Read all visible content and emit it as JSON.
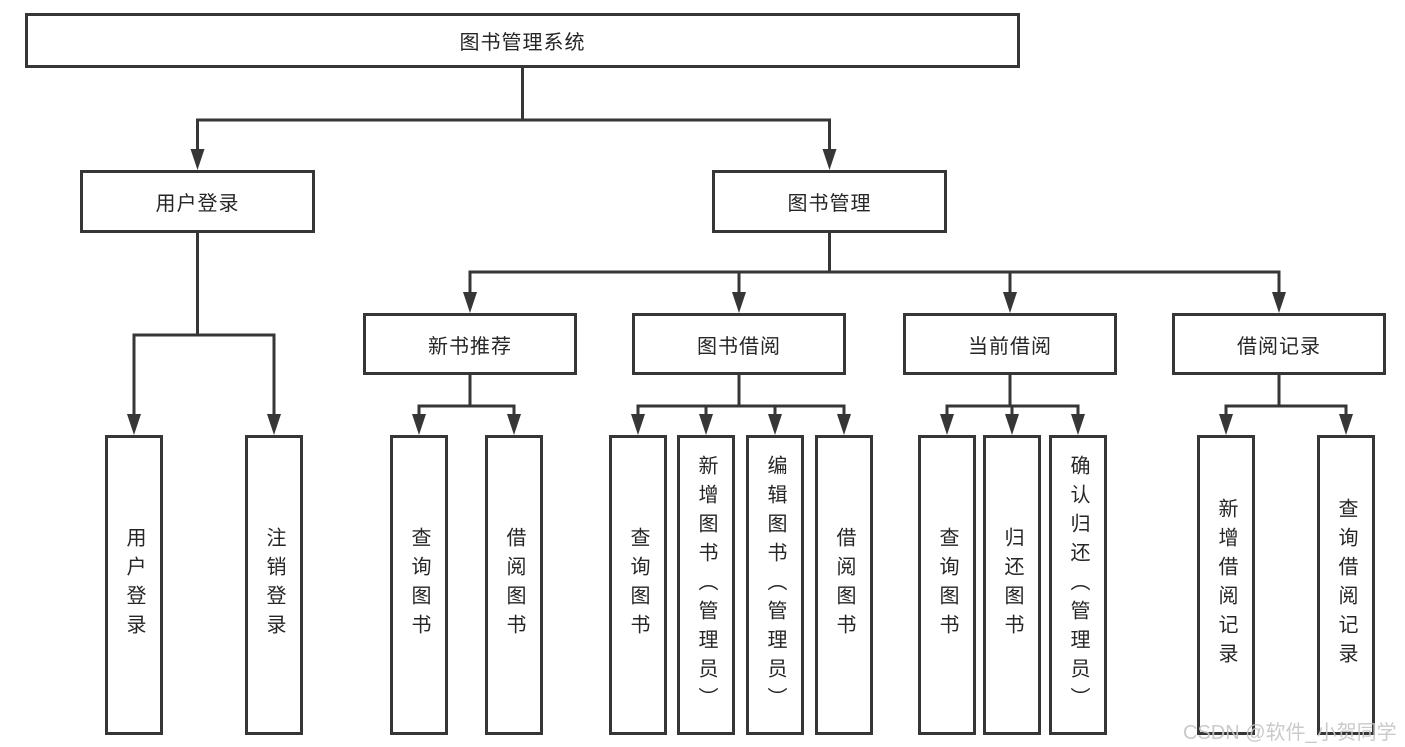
{
  "diagram": {
    "root_label": "图书管理系统",
    "branches": [
      {
        "label": "用户登录",
        "children": [
          {
            "label": "用户登录"
          },
          {
            "label": "注销登录"
          }
        ]
      },
      {
        "label": "图书管理",
        "children": [
          {
            "label": "新书推荐",
            "children": [
              {
                "label": "查询图书"
              },
              {
                "label": "借阅图书"
              }
            ]
          },
          {
            "label": "图书借阅",
            "children": [
              {
                "label": "查询图书"
              },
              {
                "label": "新增图书（管理员）"
              },
              {
                "label": "编辑图书（管理员）"
              },
              {
                "label": "借阅图书"
              }
            ]
          },
          {
            "label": "当前借阅",
            "children": [
              {
                "label": "查询图书"
              },
              {
                "label": "归还图书"
              },
              {
                "label": "确认归还（管理员）"
              }
            ]
          },
          {
            "label": "借阅记录",
            "children": [
              {
                "label": "新增借阅记录"
              },
              {
                "label": "查询借阅记录"
              }
            ]
          }
        ]
      }
    ],
    "colors": {
      "line": "#363636",
      "text": "#262626",
      "background": "#ffffff",
      "watermark": "#c6c6c6"
    }
  },
  "watermark": {
    "text": "CSDN @软件_小贺同学"
  }
}
